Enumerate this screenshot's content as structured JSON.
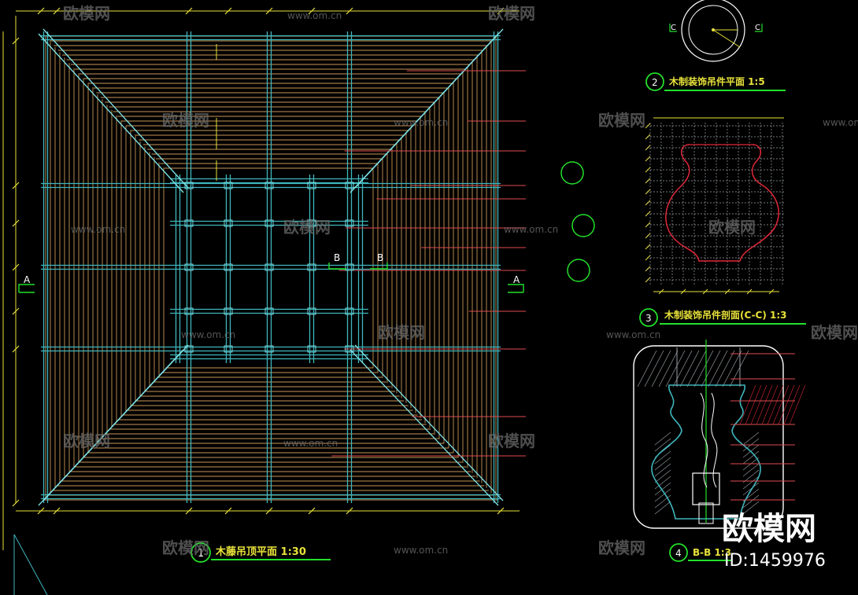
{
  "colors": {
    "background": "#000000",
    "beam": "#3fb6bd",
    "beam_light": "#7fe4e8",
    "rafter": "#c89656",
    "dim": "#e8e23a",
    "leader": "#e04c50",
    "title": "#23e02a",
    "profile": "#e0283a",
    "grid": "#9aa0a6",
    "watermark": "#6a6a6a",
    "white": "#ffffff"
  },
  "plan": {
    "title_num": "1",
    "title": "木藤吊顶平面 1:30",
    "section_mark_a": "A",
    "section_mark_b": "B"
  },
  "detail2": {
    "title_num": "2",
    "title": "木制装饰吊件平面 1:5",
    "section_mark": "C"
  },
  "detail3": {
    "title_num": "3",
    "title": "木制装饰吊件剖面(C-C) 1:3"
  },
  "detail4": {
    "title_num": "4",
    "title": "B-B 1:3"
  },
  "watermark": {
    "brand": "欧模网",
    "url": "www.om.cn",
    "corner_brand": "欧模网",
    "corner_id": "ID:1459976"
  }
}
